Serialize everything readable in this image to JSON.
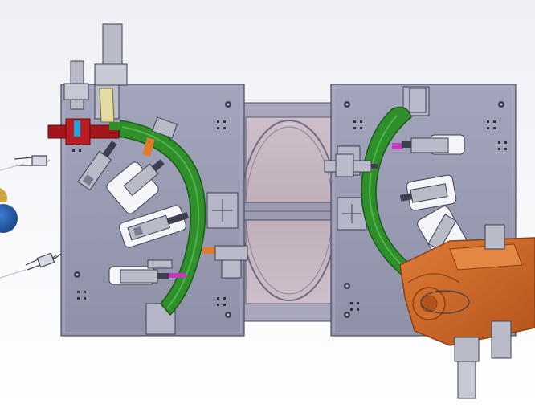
{
  "scene": {
    "subject": "",
    "colors": {
      "background_top": "#eef0f5",
      "background_bottom": "#ffffff",
      "plate": "#9a9cb4",
      "plate_edge": "#4a4c62",
      "plate_shadow": "#6f7188",
      "center_frame": "#a9a7bb",
      "center_glass": "#c7b8c3",
      "fixture_green": "#2f8f2a",
      "fixture_green_dark": "#1c5a18",
      "clamp_body": "#b9bcc8",
      "clamp_dark": "#3d3f4e",
      "pad_white": "#f4f5f8",
      "red_gripper": "#a3161b",
      "robot_orange": "#cf6a2b",
      "robot_orange_dark": "#8a3f14",
      "blue_sphere": "#1f56a8",
      "gold_sphere": "#c9a640",
      "accent_magenta": "#c23bbd",
      "accent_cyan": "#2aa0d8",
      "accent_orange": "#e07a2c"
    },
    "icons": [
      "plate-left",
      "plate-right",
      "turntable-frame",
      "curved-fixture-left",
      "curved-fixture-right",
      "clamp-unit",
      "robot-arm",
      "gripper-claw",
      "locating-pin"
    ]
  }
}
